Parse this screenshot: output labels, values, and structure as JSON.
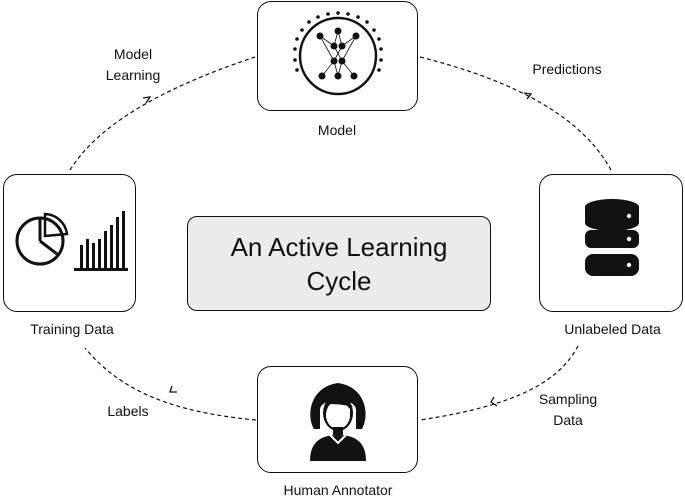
{
  "title": {
    "line1": "An Active Learning",
    "line2": "Cycle"
  },
  "nodes": {
    "model": {
      "label": "Model",
      "icon": "neural-network-icon"
    },
    "unlabeled": {
      "label": "Unlabeled Data",
      "icon": "database-icon"
    },
    "annotator": {
      "label": "Human Annotator",
      "icon": "person-icon"
    },
    "training": {
      "label": "Training Data",
      "icon": "chart-icon"
    }
  },
  "edges": {
    "model_learning": [
      "Model",
      "Learning"
    ],
    "predictions": "Predictions",
    "sampling": [
      "Sampling",
      "Data"
    ],
    "labels": "Labels"
  },
  "colors": {
    "stroke": "#111111",
    "title_bg": "#ececec"
  }
}
